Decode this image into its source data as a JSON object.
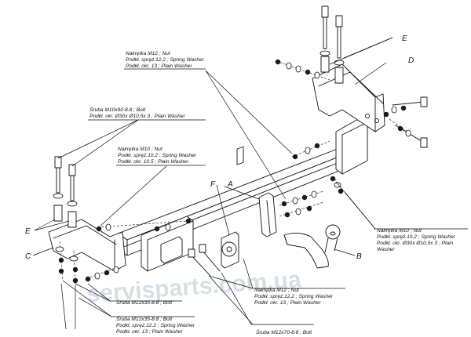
{
  "letters": {
    "a": "A",
    "b": "B",
    "c": "C",
    "d": "D",
    "e": "E",
    "f": "F"
  },
  "labels": {
    "top_nut": [
      "Nakrętka M12 ; Nut",
      "Podkł. spręż.12,2 ; Spring Washer",
      "Podkł. okr. 13 ; Plain Washer"
    ],
    "left_bolt": [
      "Śruba M10x90-8.8 ; Bolt",
      "Podkł. okr. Ø30x Ø10,5x 3 ; Plain Washer"
    ],
    "mid_nut": [
      "Nakrętka M10 ; Nut",
      "Podkł. spręż.10,2 ; Spring Washer",
      "Podkł. okr. 10.5 ; Plain Washer"
    ],
    "right_nut": [
      "Nakrętka M10 ; Nut",
      "Podkł. spręż.10,2 ; Spring Washer",
      "Podkł. okr. Ø30x Ø10,5x 3 ; Plain",
      "Washer"
    ],
    "bottom_nut": [
      "Nakrętka M12 ; Nut",
      "Podkł. spręż.12,2 ; Spring Washer",
      "Podkł. okr. 13 ; Plain Washer"
    ],
    "bolt_m12x35": "Śruba M12x35-8.8 ; Bolt",
    "bolt_m12x35_set": [
      "Śruba M12x35-8.8 ; Bolt",
      "Podkł. spręż.12,2 ; Spring Washer",
      "Podkł. okr. 13 ; Plain Washer"
    ],
    "bolt_m12x70": "Śruba M12x70-8.8 ; Bolt"
  },
  "watermark": "servisparts.com.ua"
}
